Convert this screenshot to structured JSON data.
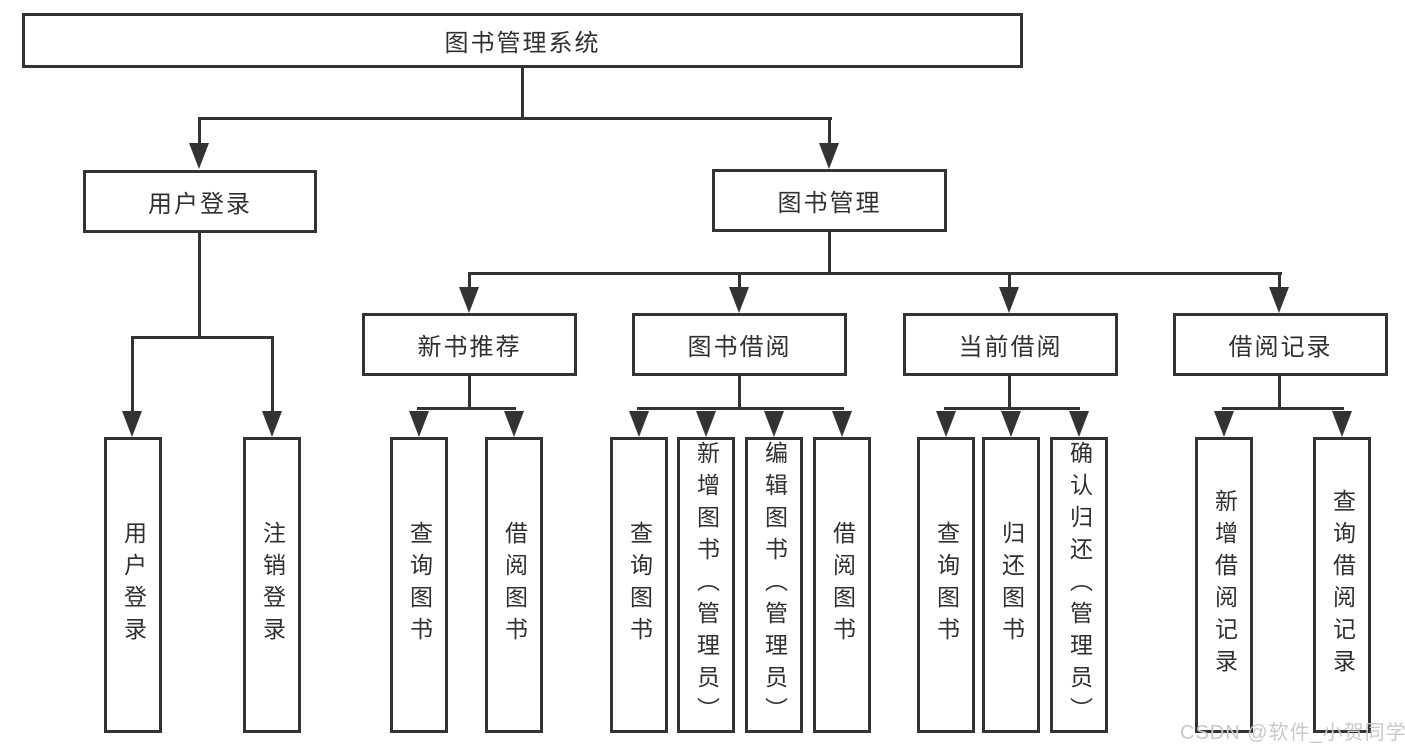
{
  "diagram": {
    "root": {
      "label": "图书管理系统"
    },
    "level1": {
      "user_login": {
        "label": "用户登录"
      },
      "book_management": {
        "label": "图书管理"
      }
    },
    "level2": {
      "new_book_recommend": {
        "label": "新书推荐"
      },
      "book_borrow": {
        "label": "图书借阅"
      },
      "current_borrow": {
        "label": "当前借阅"
      },
      "borrow_record": {
        "label": "借阅记录"
      }
    },
    "leaves": {
      "user_login": {
        "label": "用户登录"
      },
      "logout": {
        "label": "注销登录"
      },
      "rec_query_book": {
        "label": "查询图书"
      },
      "rec_borrow_book": {
        "label": "借阅图书"
      },
      "bb_query_book": {
        "label": "查询图书"
      },
      "bb_add_book": {
        "label": "新增图书（管理员）"
      },
      "bb_edit_book": {
        "label": "编辑图书（管理员）"
      },
      "bb_borrow_book": {
        "label": "借阅图书"
      },
      "cb_query_book": {
        "label": "查询图书"
      },
      "cb_return_book": {
        "label": "归还图书"
      },
      "cb_confirm_return": {
        "label": "确认归还（管理员）"
      },
      "br_add_record": {
        "label": "新增借阅记录"
      },
      "br_query_record": {
        "label": "查询借阅记录"
      }
    },
    "colors": {
      "line": "#333333",
      "box_background": "#ffffff",
      "text": "#303030",
      "watermark": "#c9c9c9"
    }
  },
  "watermark": {
    "text": "CSDN @软件_小贺同学"
  }
}
